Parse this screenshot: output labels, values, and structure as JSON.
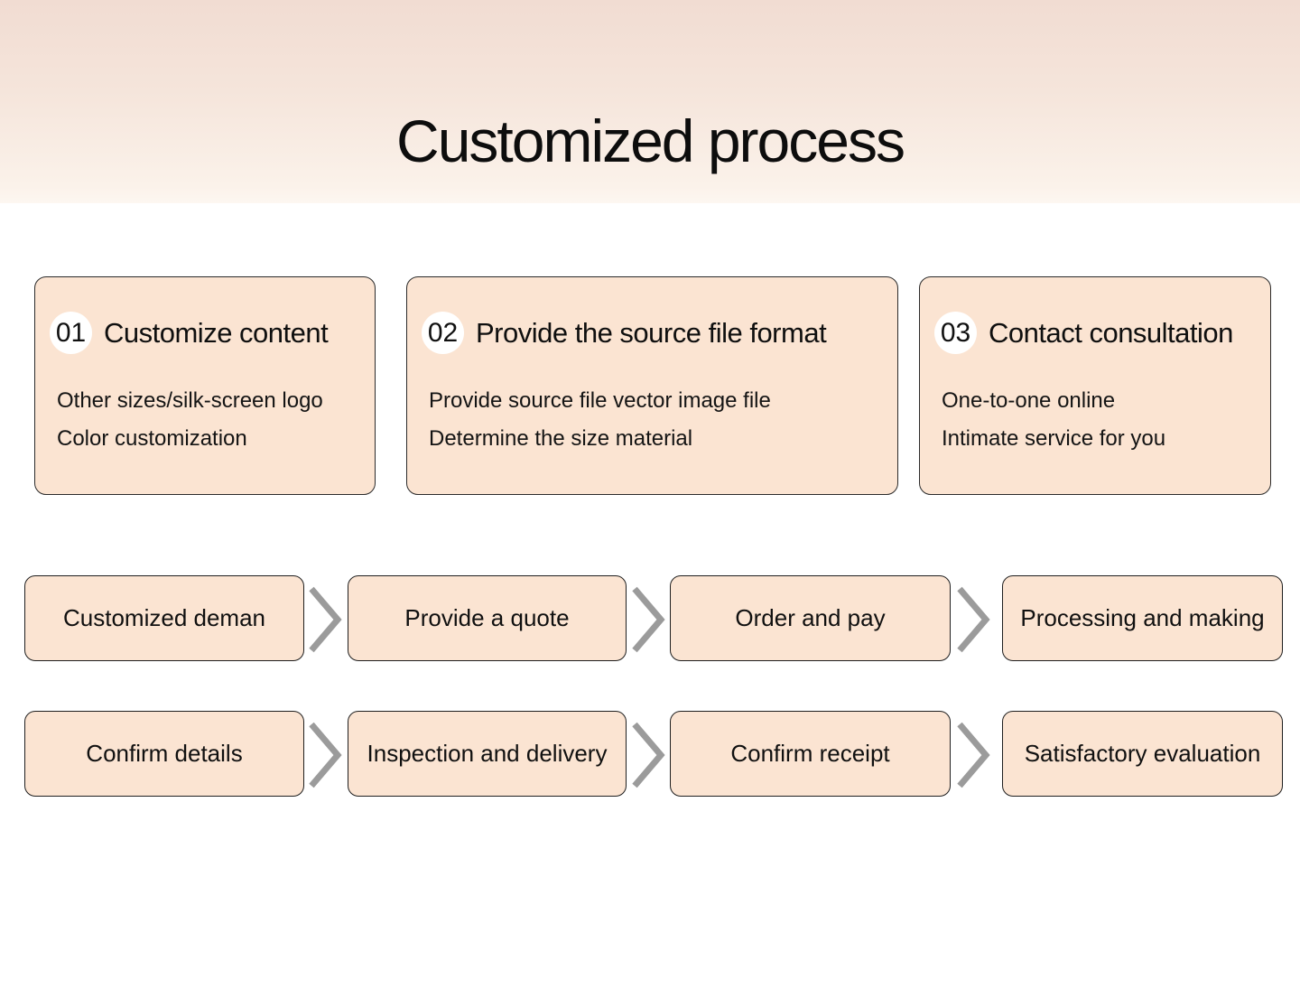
{
  "title": "Customized process",
  "colors": {
    "banner_top": "#f1dcd2",
    "banner_bottom": "#fdf7f1",
    "card_fill": "#fbe4d2",
    "card_border": "#2b2b2b",
    "number_badge_bg": "#ffffff",
    "chevron": "#9b9b9b",
    "text": "#111111"
  },
  "icons": {
    "flow_arrow": "chevron-right"
  },
  "cards": [
    {
      "number": "01",
      "heading": "Customize content",
      "lines": [
        "Other sizes/silk-screen logo",
        "Color customization"
      ]
    },
    {
      "number": "02",
      "heading": "Provide the source file format",
      "lines": [
        "Provide source file vector image file",
        "Determine the size material"
      ]
    },
    {
      "number": "03",
      "heading": "Contact consultation",
      "lines": [
        "One-to-one online",
        "Intimate service for you"
      ]
    }
  ],
  "flow_rows": [
    [
      "Customized deman",
      "Provide a quote",
      "Order and pay",
      "Processing and making"
    ],
    [
      "Confirm details",
      "Inspection and delivery",
      "Confirm receipt",
      "Satisfactory evaluation"
    ]
  ]
}
